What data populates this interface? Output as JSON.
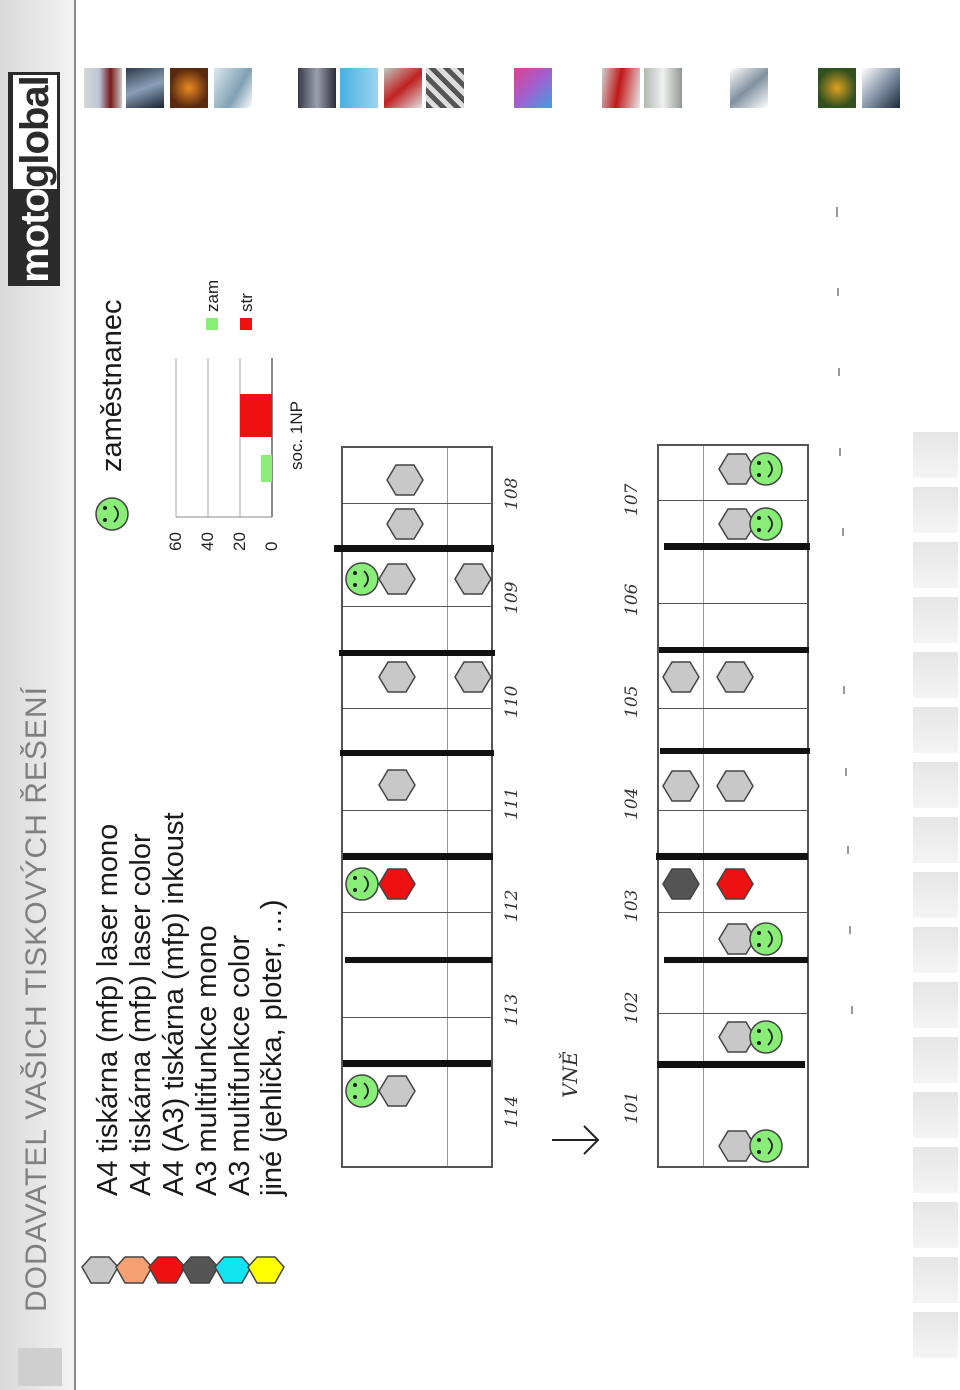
{
  "header": {
    "title": "DODAVATEL VAŠICH TISKOVÝCH ŘEŠENÍ",
    "logo_light": "moto",
    "logo_bold": "global"
  },
  "legend": {
    "items": [
      {
        "label": "A4 tiskárna (mfp) laser mono",
        "color": "#c8c8c8"
      },
      {
        "label": "A4 tiskárna (mfp) laser color",
        "color": "#f4a072"
      },
      {
        "label": "A4 (A3) tiskárna (mfp) inkoust",
        "color": "#ee1111"
      },
      {
        "label": "A3 multifunkce mono",
        "color": "#555555"
      },
      {
        "label": "A3 multifunkce color",
        "color": "#11e4f0"
      },
      {
        "label": "jiné (jehlička, ploter, ...)",
        "color": "#ffff00"
      }
    ],
    "employee_label": "zaměstnanec",
    "employee_color": "#88ee77"
  },
  "floorplan": {
    "arrow_label": "VNĚ",
    "rooms_left": [
      "108",
      "109",
      "110",
      "111",
      "112",
      "113",
      "114"
    ],
    "rooms_right": [
      "107",
      "106",
      "105",
      "104",
      "103",
      "102",
      "101"
    ]
  },
  "chart_data": {
    "type": "bar",
    "categories": [
      "soc. 1NP"
    ],
    "series": [
      {
        "name": "zam",
        "color": "#88ee77",
        "values": [
          7
        ]
      },
      {
        "name": "str",
        "color": "#ee1111",
        "values": [
          20
        ]
      }
    ],
    "ylim": [
      0,
      60
    ],
    "yticks": [
      0,
      20,
      40,
      60
    ]
  }
}
